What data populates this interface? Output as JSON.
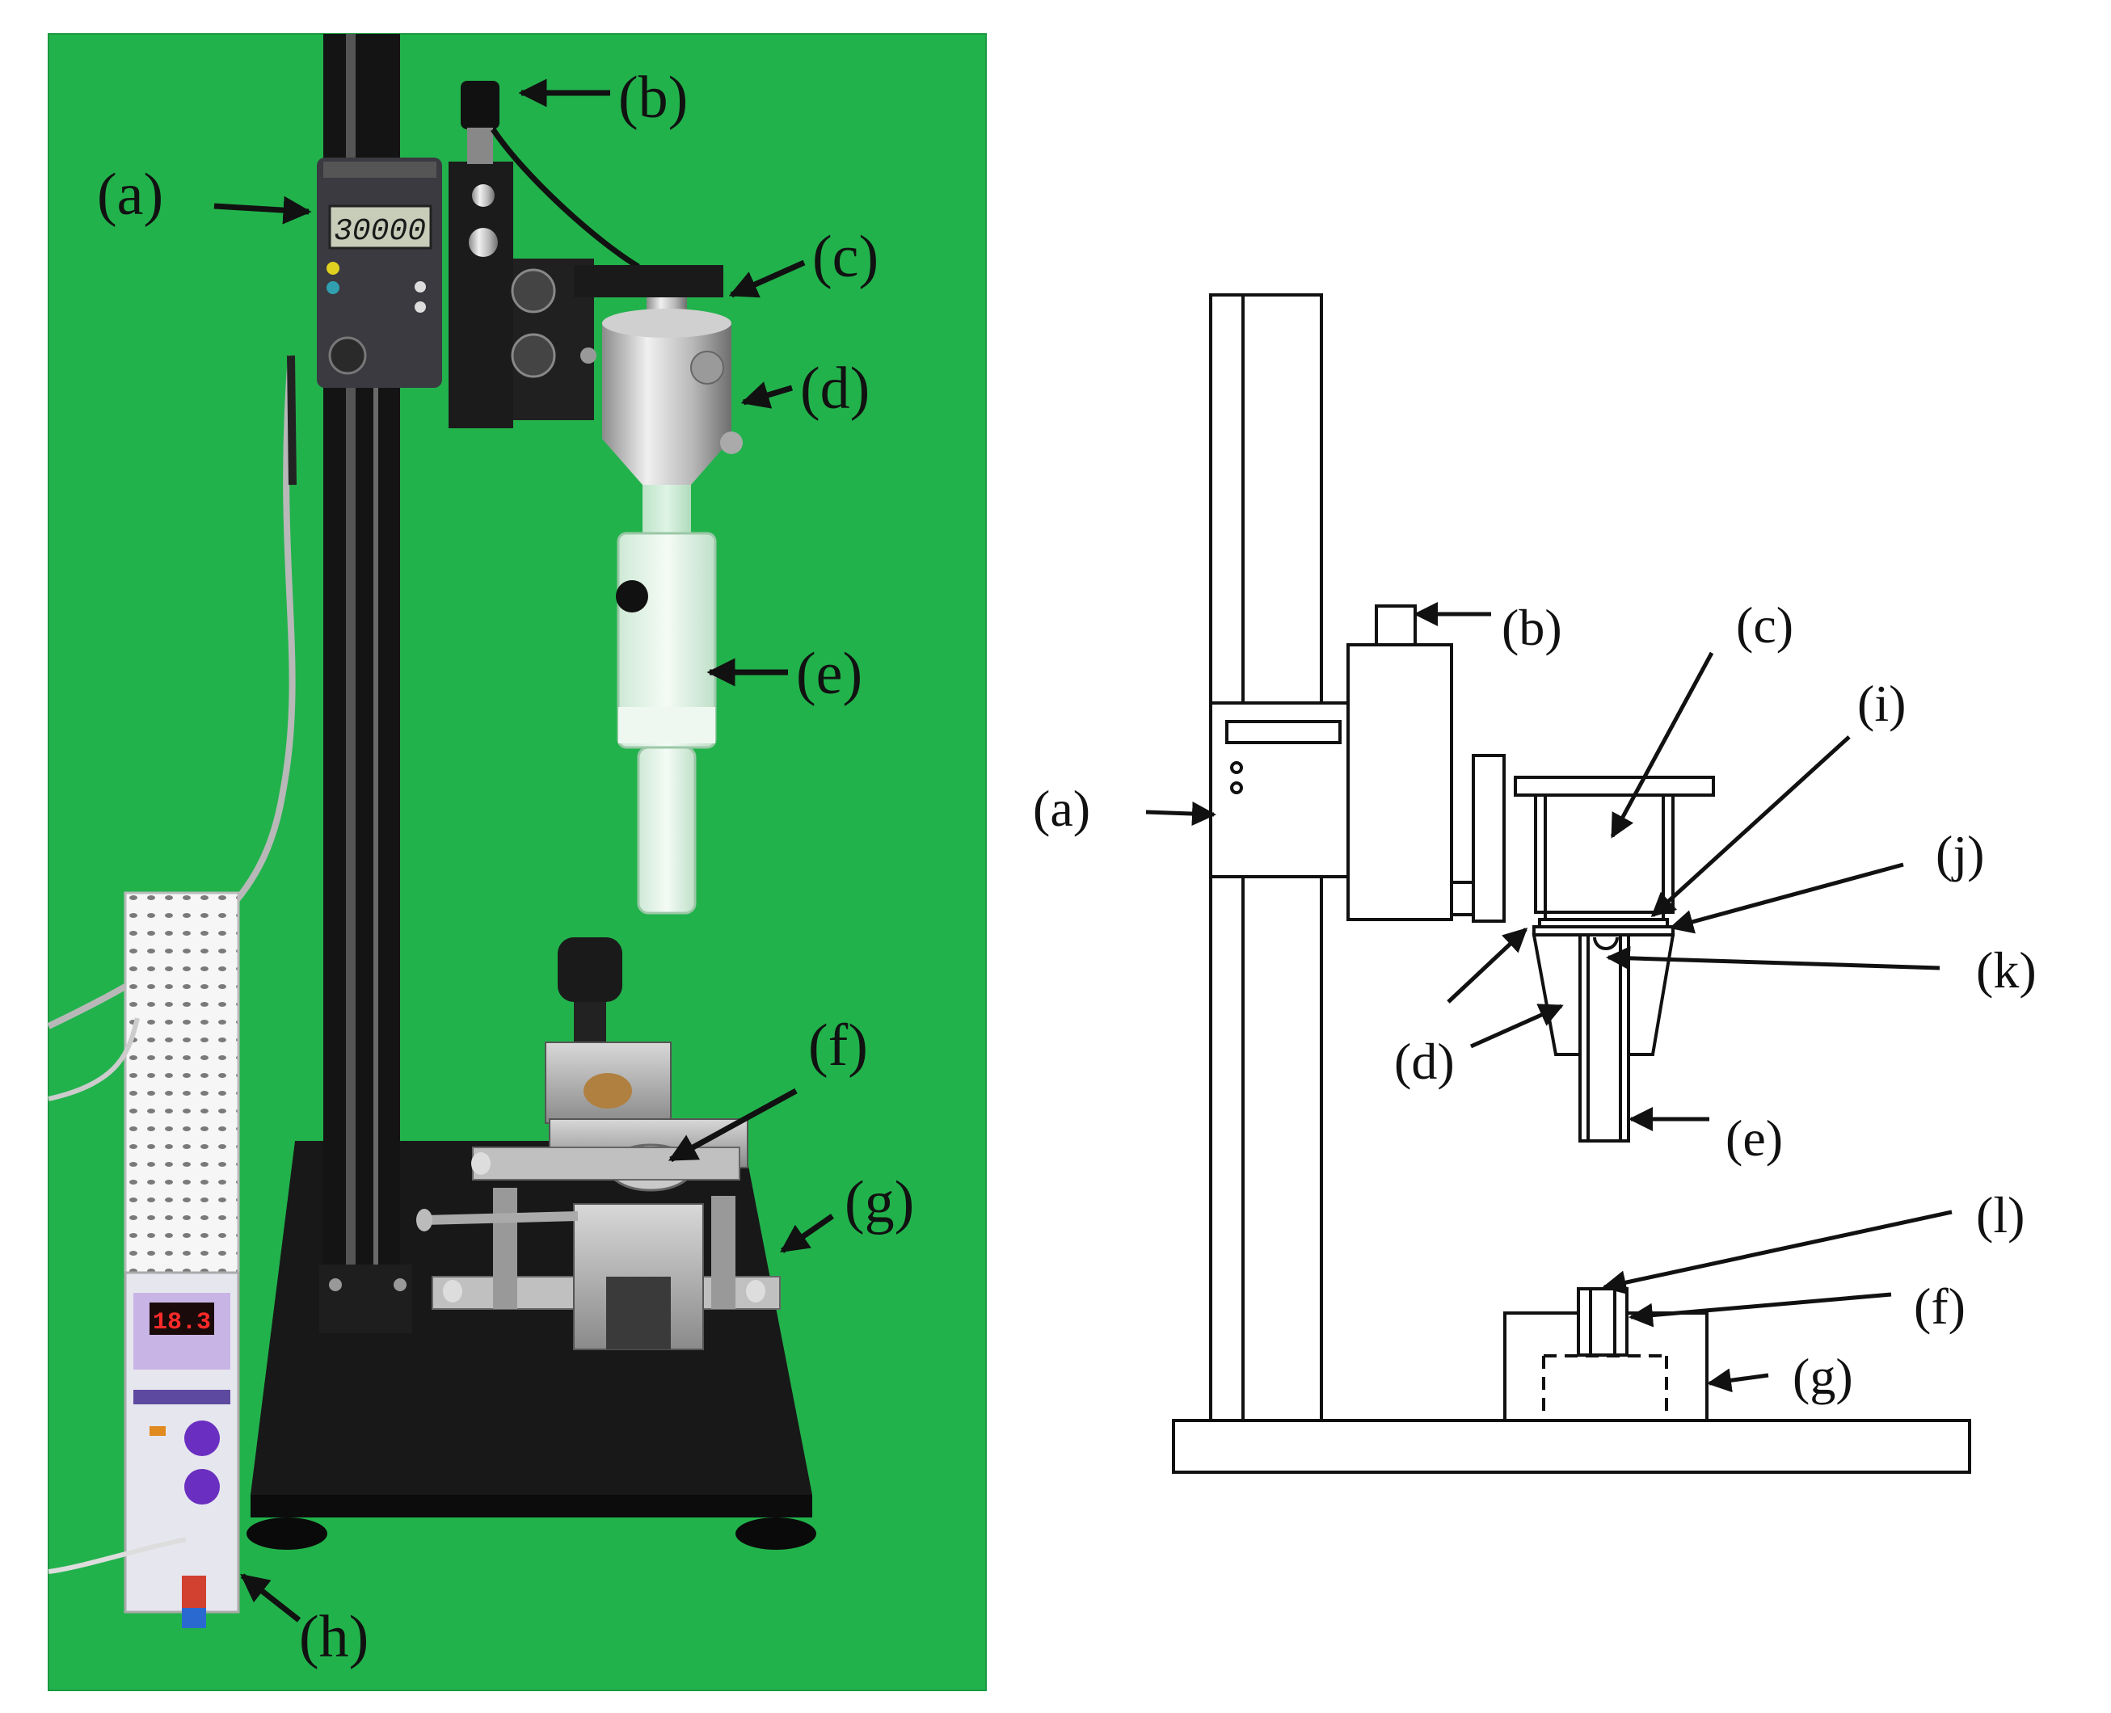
{
  "photo": {
    "lcd_reading": "30000",
    "power_display": "18.3",
    "labels": {
      "a": "(a)",
      "b": "(b)",
      "c": "(c)",
      "d": "(d)",
      "e": "(e)",
      "f": "(f)",
      "g": "(g)",
      "h": "(h)"
    }
  },
  "schematic": {
    "labels": {
      "a": "(a)",
      "b": "(b)",
      "c": "(c)",
      "d": "(d)",
      "e": "(e)",
      "f": "(f)",
      "g": "(g)",
      "i": "(i)",
      "j": "(j)",
      "k": "(k)",
      "l": "(l)"
    }
  },
  "colors": {
    "background_green": "#22b24c",
    "ink": "#111111"
  }
}
